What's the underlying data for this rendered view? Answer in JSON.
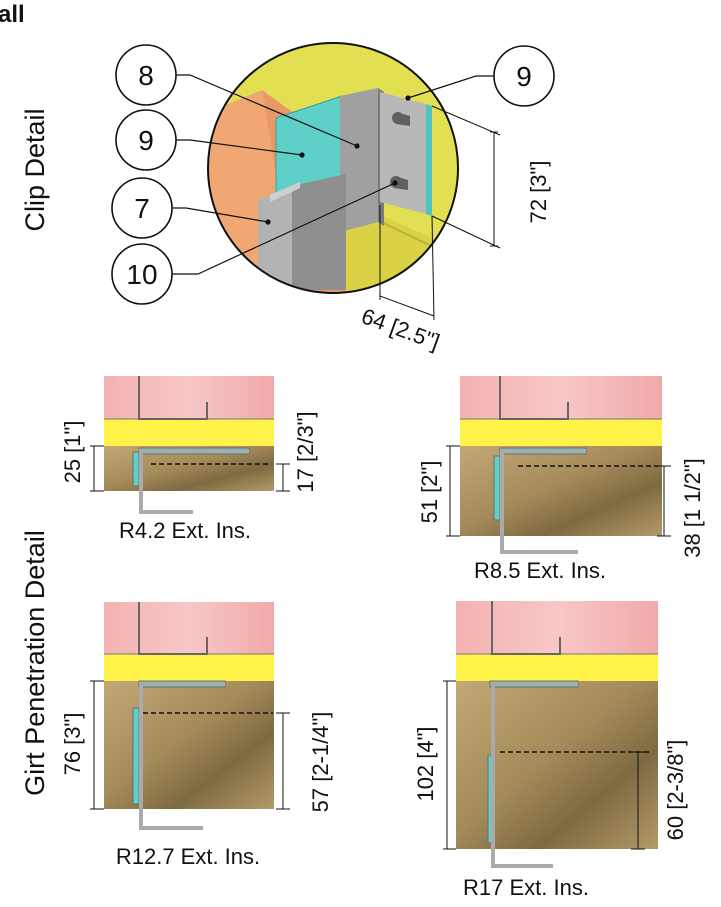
{
  "header": {
    "fragment": "all"
  },
  "clip_detail": {
    "title": "Clip Detail",
    "callouts": [
      "8",
      "9",
      "7",
      "10",
      "9"
    ],
    "dim_height": "72 [3\"]",
    "dim_width": "64 [2.5\"]"
  },
  "girt_detail": {
    "title": "Girt Penetration Detail",
    "panels": [
      {
        "caption": "R4.2 Ext. Ins.",
        "dim_left": "25 [1\"]",
        "dim_right": "17 [2/3\"]"
      },
      {
        "caption": "R8.5 Ext. Ins.",
        "dim_left": "51 [2\"]",
        "dim_right": "38 [1 1/2\"]"
      },
      {
        "caption": "R12.7 Ext. Ins.",
        "dim_left": "76 [3\"]",
        "dim_right": "57 [2-1/4\"]"
      },
      {
        "caption": "R17 Ext. Ins.",
        "dim_left": "102 [4\"]",
        "dim_right": "60 [2-3/8\"]"
      }
    ]
  },
  "colors": {
    "insulation": "#b99c66",
    "membrane": "#fff34a",
    "gypsum": "#f2b3b3",
    "clip_metal": "#a9a9a9",
    "thermal_pad": "#5fd0c8",
    "detail_circle": "#e2df52",
    "detail_wall": "#f0a774"
  }
}
